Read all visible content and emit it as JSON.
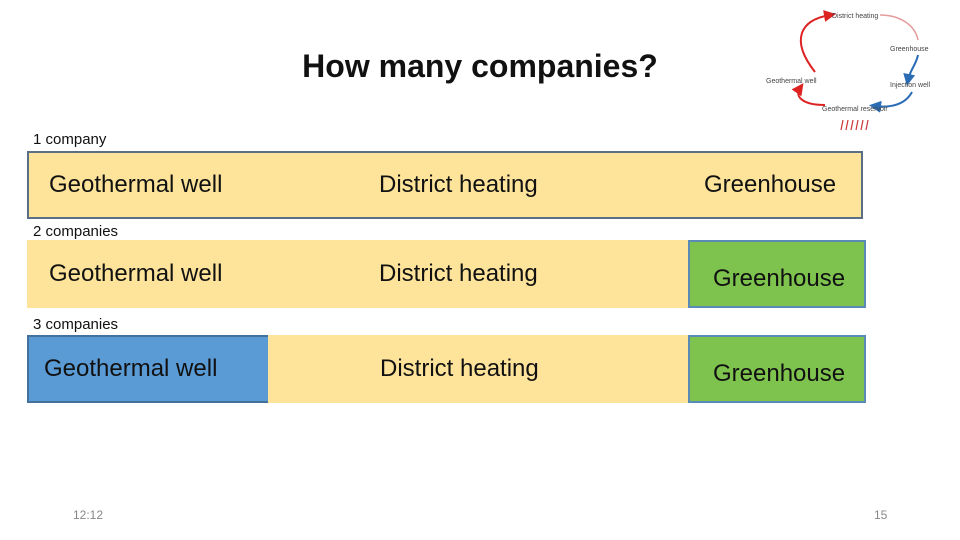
{
  "slide": {
    "title": "How many companies?",
    "page_number": "15",
    "time": "12:12"
  },
  "rows": [
    {
      "label": "1 company",
      "boxes": [
        "Geothermal well",
        "District heating",
        "Greenhouse"
      ]
    },
    {
      "label": "2 companies",
      "boxes": [
        "Geothermal well",
        "District heating",
        "Greenhouse"
      ]
    },
    {
      "label": "3 companies",
      "boxes": [
        "Geothermal well",
        "District heating",
        "Greenhouse"
      ]
    }
  ],
  "diagram": {
    "labels": [
      "District heating",
      "Greenhouse",
      "Injection well",
      "Geothermal well",
      "Geothermal reservoir"
    ]
  },
  "colors": {
    "yellow": "#fde49a",
    "blue": "#5b9bd5",
    "green": "#7fc34f",
    "border": "#5a6f86"
  }
}
